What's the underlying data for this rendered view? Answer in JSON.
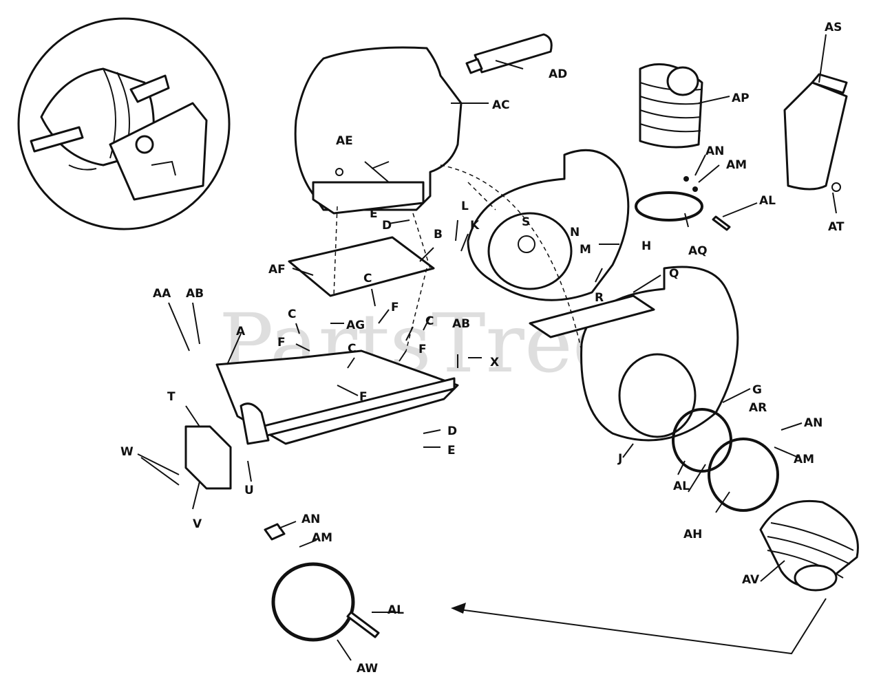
{
  "watermark": "PartsTree",
  "labels": {
    "AC": "AC",
    "AD": "AD",
    "AE": "AE",
    "AP": "AP",
    "AS": "AS",
    "AN_top": "AN",
    "AM_top": "AM",
    "AL_top": "AL",
    "AT": "AT",
    "AQ": "AQ",
    "E_top": "E",
    "D_top": "D",
    "L": "L",
    "K": "K",
    "S": "S",
    "N": "N",
    "M": "M",
    "H": "H",
    "B": "B",
    "AF": "AF",
    "C1": "C",
    "C2": "C",
    "C3": "C",
    "C4": "C",
    "F1": "F",
    "F2": "F",
    "F3": "F",
    "F4": "F",
    "AG": "AG",
    "AA": "AA",
    "AB1": "AB",
    "AB2": "AB",
    "A": "A",
    "X": "X",
    "Q": "Q",
    "R": "R",
    "G": "G",
    "AR": "AR",
    "AN_mid": "AN",
    "AM_mid": "AM",
    "J": "J",
    "AL_mid": "AL",
    "AH": "AH",
    "T": "T",
    "W": "W",
    "V": "V",
    "U": "U",
    "D_bot": "D",
    "E_bot": "E",
    "AN_bot": "AN",
    "AM_bot": "AM",
    "AL_bot": "AL",
    "AW": "AW",
    "AV": "AV"
  }
}
